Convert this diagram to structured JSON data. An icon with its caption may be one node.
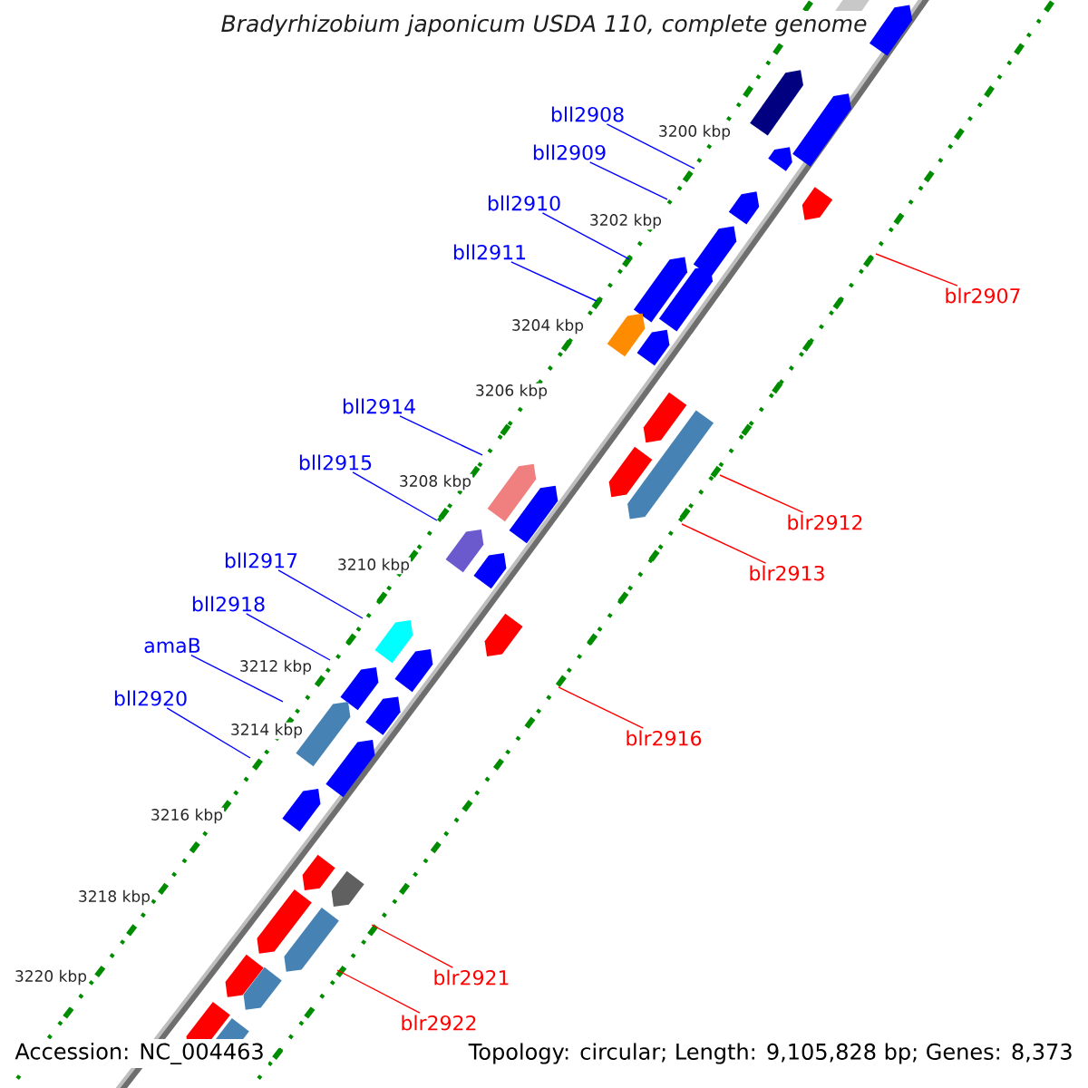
{
  "diagram": {
    "title": "*Bradyrhizobium japonicum USDA 110, complete genome*",
    "nodes": [
      {
        "text": [
          "bll2908"
        ]
      },
      {
        "text": [
          "bll2909"
        ]
      },
      {
        "text": [
          "bll2910"
        ]
      },
      {
        "text": [
          "bll2911"
        ]
      },
      {
        "text": [
          "bll2914"
        ]
      },
      {
        "text": [
          "bll2915"
        ]
      },
      {
        "text": [
          "bll2917"
        ]
      },
      {
        "text": [
          "bll2918"
        ]
      },
      {
        "text": [
          "amaB"
        ]
      },
      {
        "text": [
          "bll2920"
        ]
      },
      {
        "text": [
          "blr2907"
        ]
      },
      {
        "text": [
          "blr2912"
        ]
      },
      {
        "text": [
          "blr2913"
        ]
      },
      {
        "text": [
          "blr2916"
        ]
      },
      {
        "text": [
          "blr2921"
        ]
      },
      {
        "text": [
          "blr2922"
        ]
      }
    ],
    "edges": [
      {
        "from": 0,
        "to": null,
        "arrow": "none"
      },
      {
        "from": 1,
        "to": null,
        "arrow": "none"
      },
      {
        "from": 2,
        "to": null,
        "arrow": "none"
      },
      {
        "from": 3,
        "to": null,
        "arrow": "none"
      },
      {
        "from": 4,
        "to": null,
        "arrow": "none"
      },
      {
        "from": 5,
        "to": null,
        "arrow": "none"
      },
      {
        "from": 6,
        "to": null,
        "arrow": "none"
      },
      {
        "from": 7,
        "to": null,
        "arrow": "none"
      },
      {
        "from": 8,
        "to": null,
        "arrow": "none"
      },
      {
        "from": 9,
        "to": null,
        "arrow": "none"
      },
      {
        "from": 10,
        "to": null,
        "arrow": "none",
        "color": "#ff0000"
      },
      {
        "from": 11,
        "to": null,
        "arrow": "none",
        "color": "#ff0000"
      },
      {
        "from": 12,
        "to": null,
        "arrow": "none",
        "color": "#ff0000"
      },
      {
        "from": 13,
        "to": null,
        "arrow": "none",
        "color": "#ff0000"
      },
      {
        "from": 14,
        "to": null,
        "arrow": "none",
        "color": "#ff0000"
      },
      {
        "from": 15,
        "to": null,
        "arrow": "none",
        "color": "#ff0000"
      }
    ],
    "labels": [
      "3200 kbp",
      "3202 kbp",
      "3204 kbp",
      "3206 kbp",
      "3208 kbp",
      "3210 kbp",
      "3212 kbp",
      "3214 kbp",
      "3216 kbp",
      "3218 kbp",
      "3220 kbp",
      "Accession: NC_004463",
      "Topology: circular; Length: 9,105,828 bp; Genes: 8,373"
    ]
  }
}
